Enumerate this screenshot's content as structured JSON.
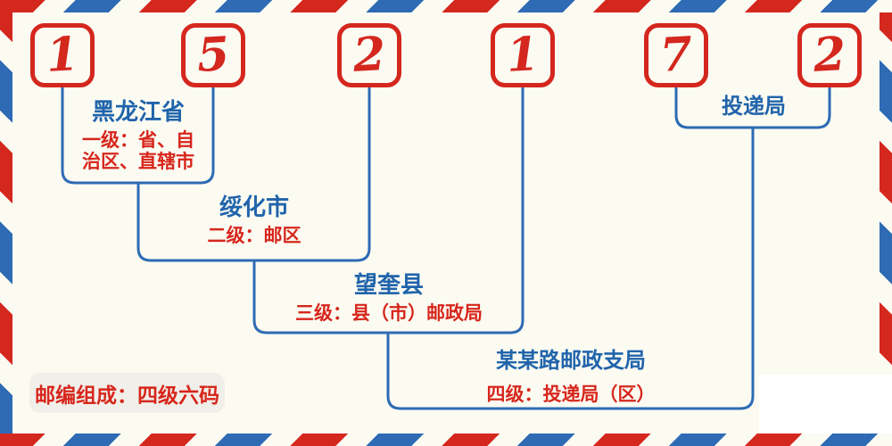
{
  "postal_code": {
    "digits": [
      "1",
      "5",
      "2",
      "1",
      "7",
      "2"
    ]
  },
  "levels": [
    {
      "name": "黑龙江省",
      "desc_lines": [
        "一级：省、自",
        "治区、直辖市"
      ]
    },
    {
      "name": "绥化市",
      "desc_lines": [
        "二级：邮区"
      ]
    },
    {
      "name": "望奎县",
      "desc_lines": [
        "三级：县（市）邮政局"
      ]
    },
    {
      "name": "某某路邮政支局",
      "desc_lines": [
        "四级：投递局（区）"
      ]
    },
    {
      "name": "投递局",
      "desc_lines": []
    }
  ],
  "footer": {
    "composition_note": "邮编组成：四级六码"
  },
  "colors": {
    "red": "#d4271e",
    "red_text": "#d7261c",
    "blue_text": "#2164ab",
    "blue_line": "#2e6bb4",
    "background": "#fbfbf2",
    "note_pill_background": "#f1efe9",
    "white_patch": "#ffffff"
  }
}
